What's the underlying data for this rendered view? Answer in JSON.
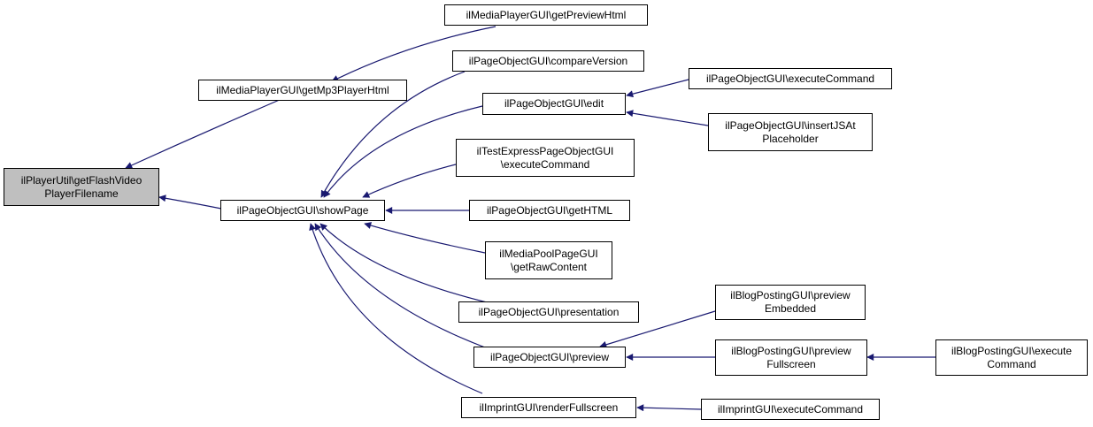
{
  "colors": {
    "edge": "#191970",
    "root_fill": "#bfbfbf",
    "node_fill": "#ffffff",
    "border": "#000000"
  },
  "nodes": {
    "root": [
      "ilPlayerUtil\\getFlashVideo",
      "PlayerFilename"
    ],
    "mp3": [
      "ilMediaPlayerGUI\\getMp3PlayerHtml"
    ],
    "preview_html": [
      "ilMediaPlayerGUI\\getPreviewHtml"
    ],
    "show_page": [
      "ilPageObjectGUI\\showPage"
    ],
    "compare": [
      "ilPageObjectGUI\\compareVersion"
    ],
    "edit": [
      "ilPageObjectGUI\\edit"
    ],
    "exec_cmd": [
      "ilPageObjectGUI\\executeCommand"
    ],
    "insert_js": [
      "ilPageObjectGUI\\insertJSAt",
      "Placeholder"
    ],
    "test_express": [
      "ilTestExpressPageObjectGUI",
      "\\executeCommand"
    ],
    "get_html": [
      "ilPageObjectGUI\\getHTML"
    ],
    "media_pool": [
      "ilMediaPoolPageGUI",
      "\\getRawContent"
    ],
    "presentation": [
      "ilPageObjectGUI\\presentation"
    ],
    "preview": [
      "ilPageObjectGUI\\preview"
    ],
    "blog_embedded": [
      "ilBlogPostingGUI\\preview",
      "Embedded"
    ],
    "blog_fullscreen": [
      "ilBlogPostingGUI\\preview",
      "Fullscreen"
    ],
    "blog_exec": [
      "ilBlogPostingGUI\\execute",
      "Command"
    ],
    "imprint_render": [
      "ilImprintGUI\\renderFullscreen"
    ],
    "imprint_exec": [
      "ilImprintGUI\\executeCommand"
    ]
  }
}
